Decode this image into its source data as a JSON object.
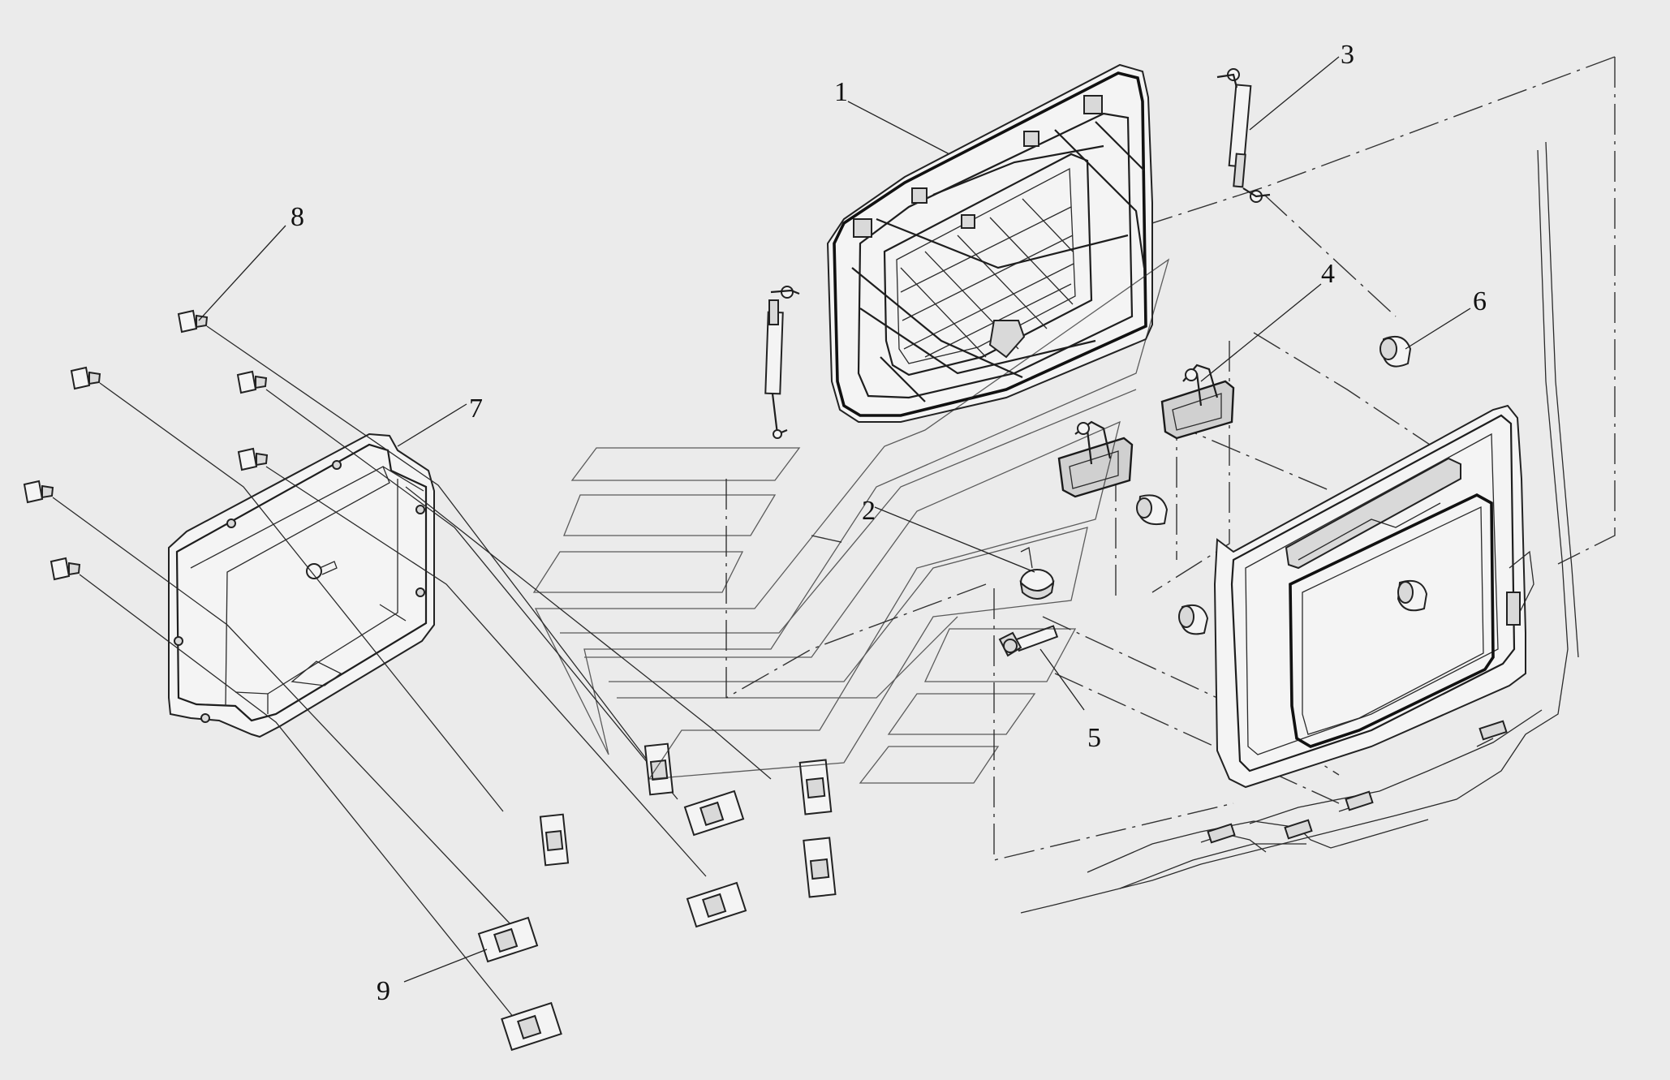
{
  "diagram": {
    "callouts": [
      {
        "id": 1,
        "label": "1"
      },
      {
        "id": 2,
        "label": "2"
      },
      {
        "id": 3,
        "label": "3"
      },
      {
        "id": 4,
        "label": "4"
      },
      {
        "id": 5,
        "label": "5"
      },
      {
        "id": 6,
        "label": "6"
      },
      {
        "id": 7,
        "label": "7"
      },
      {
        "id": 8,
        "label": "8"
      },
      {
        "id": 9,
        "label": "9"
      }
    ],
    "colors": {
      "background": "#ebebeb",
      "line": "#1e1e1e",
      "part_fill": "#d9d9d9"
    }
  }
}
